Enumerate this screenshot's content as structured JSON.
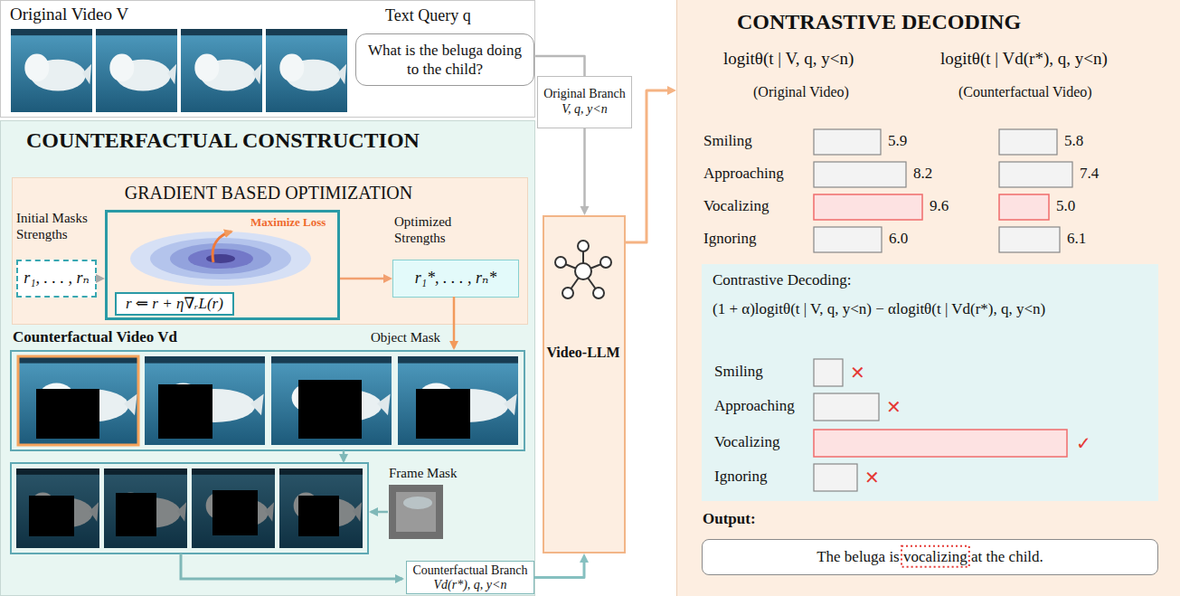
{
  "diagram": {
    "nodes": [
      {
        "text": [
          "Original Video V",
          "Text Query q"
        ]
      },
      {
        "text": [
          "What is the beluga doing to the child?"
        ],
        "in": 0
      },
      {
        "text": [
          "COUNTERFACTUAL CONSTRUCTION"
        ]
      },
      {
        "text": [
          "GRADIENT BASED OPTIMIZATION"
        ],
        "in": 2
      },
      {
        "text": [
          "r₁, . . . , rₙ"
        ],
        "in": 3
      },
      {
        "text": [
          "Maximize Loss",
          "r ⇐ r + η∇ᵣL(r)"
        ],
        "in": 3
      },
      {
        "text": [
          "r₁*, . . . , rₙ*"
        ],
        "in": 3
      },
      {
        "text": [
          "Counterfactual Branch",
          "Vd(r*), q, y<n"
        ],
        "in": 2
      },
      {
        "text": [
          "Original Branch",
          "V, q, y<n"
        ]
      },
      {
        "text": [
          "Video-LLM"
        ]
      },
      {
        "text": [
          "CONTRASTIVE DECODING"
        ]
      },
      {
        "text": [
          "Contrastive Decoding:",
          "(1 + α)logitθ(t | V, q, y<n) − αlogitθ(t | Vd(r*), q, y<n)"
        ],
        "in": 10
      },
      {
        "text": [
          "The beluga is vocalizing at the child."
        ],
        "in": 10
      }
    ],
    "edges": [
      {
        "from": 0,
        "to": 8,
        "arrow": "none"
      },
      {
        "from": 8,
        "to": 9,
        "arrow": "to"
      },
      {
        "from": 9,
        "to": 10,
        "arrow": "to"
      },
      {
        "from": 7,
        "to": 9,
        "arrow": "to"
      },
      {
        "from": 4,
        "to": 5,
        "arrow": "to"
      },
      {
        "from": 5,
        "to": 6,
        "arrow": "to"
      }
    ],
    "labels": [
      "Initial Masks Strengths",
      "Optimized Strengths",
      "Counterfactual Video Vd",
      "Object Mask",
      "Frame Mask",
      "logitθ(t | V, q, y<n)",
      "(Original Video)",
      "logitθ(t | Vd(r*), q, y<n)",
      "(Counterfactual Video)",
      "Smiling",
      "Approaching",
      "Vocalizing",
      "Ignoring",
      "5.9",
      "8.2",
      "9.6",
      "6.0",
      "5.8",
      "7.4",
      "5.0",
      "6.1",
      "Smiling",
      "Approaching",
      "Vocalizing",
      "Ignoring",
      "✕",
      "✕",
      "✓",
      "✕",
      "Output:"
    ]
  }
}
